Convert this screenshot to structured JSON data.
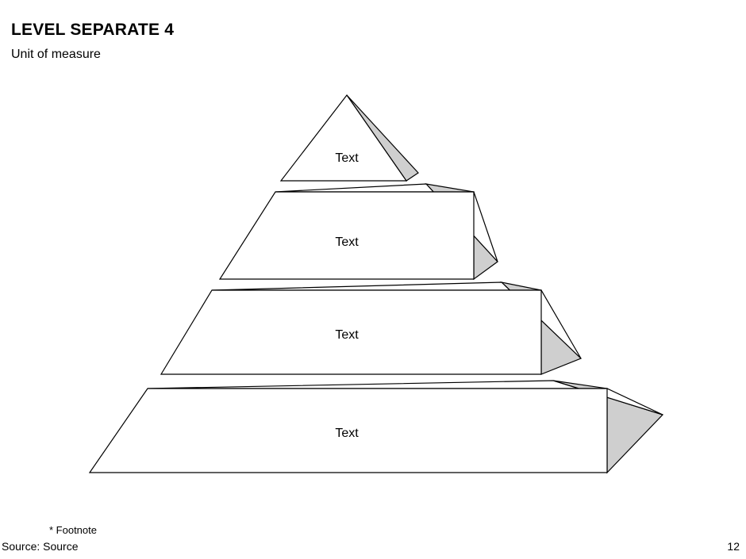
{
  "slide": {
    "title": "LEVEL SEPARATE 4",
    "subtitle": "Unit of measure",
    "footnote": "* Footnote",
    "source": "Source: Source",
    "page_number": "12"
  },
  "chart_data": {
    "type": "diagram",
    "diagram_kind": "3d-layered-pyramid",
    "title": "LEVEL SEPARATE 4",
    "subtitle": "Unit of measure",
    "level_count": 4,
    "colors": {
      "front_face": "#ffffff",
      "side_face": "#cfcfcf",
      "top_face": "#ffffff",
      "outline": "#000000",
      "text": "#000000",
      "background": "#ffffff"
    },
    "levels": [
      {
        "index": 1,
        "position": "top",
        "label": "Text",
        "label_x": 437,
        "label_y": 200,
        "front": "437,120 512,228 354,228",
        "side": "437,120 527,218 512,228",
        "top": "437,120 527,218 512,228"
      },
      {
        "index": 2,
        "position": "upper-middle",
        "label": "Text",
        "label_x": 437,
        "label_y": 306,
        "front": "347,242 597,242 597,352 277,352",
        "side": "537,232 627,330 597,352 597,242",
        "top": "347,242 537,232 627,330 597,242"
      },
      {
        "index": 3,
        "position": "lower-middle",
        "label": "Text",
        "label_x": 437,
        "label_y": 423,
        "front": "267,366 682,366 682,472 203,472",
        "side": "632,356 732,452 682,472 682,366",
        "top": "267,366 632,356 732,452 682,366"
      },
      {
        "index": 4,
        "position": "bottom",
        "label": "Text",
        "label_x": 437,
        "label_y": 547,
        "front": "186,490 765,490 765,596 113,596",
        "side": "697,480 835,523 765,596 765,490",
        "top": "186,490 697,480 835,523 765,490"
      }
    ]
  }
}
